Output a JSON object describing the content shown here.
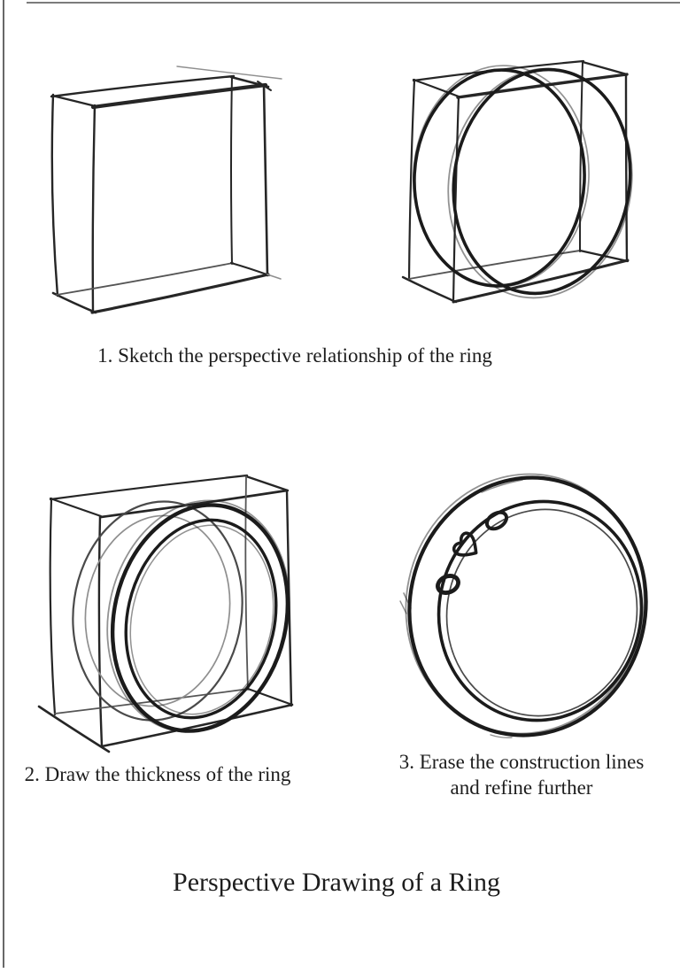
{
  "page": {
    "title": "Perspective Drawing of a Ring"
  },
  "steps": [
    {
      "caption": "1. Sketch the perspective relationship of the ring"
    },
    {
      "caption": "2. Draw the thickness of the ring"
    },
    {
      "caption_lines": [
        "3. Erase the construction lines",
        "and refine further"
      ]
    }
  ],
  "figures": [
    {
      "name": "perspective-box-sketch"
    },
    {
      "name": "box-with-inscribed-ellipses-sketch"
    },
    {
      "name": "box-with-ring-thickness-sketch"
    },
    {
      "name": "refined-ring-sketch"
    }
  ],
  "colors": {
    "ink": "#262626",
    "ink_dark": "#1b1b1b",
    "ink_light": "#8f8f8f",
    "paper": "#ffffff",
    "scan_edge": "#4e4e4e"
  }
}
